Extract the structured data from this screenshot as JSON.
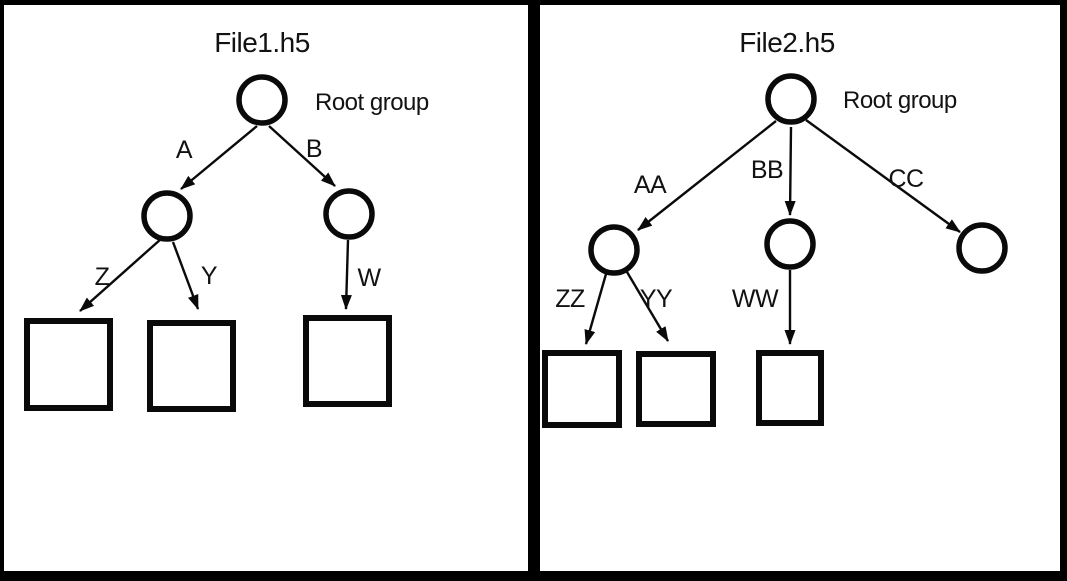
{
  "colors": {
    "background": "#ffffff",
    "frame": "#000000",
    "node_stroke": "#0a0a0a",
    "text": "#121212"
  },
  "panels": {
    "file1": {
      "title": "File1.h5",
      "tree": {
        "shape": "circle",
        "label": "Root group",
        "children": [
          {
            "edge": "A",
            "shape": "circle",
            "children": [
              {
                "edge": "Z",
                "shape": "square",
                "children": []
              },
              {
                "edge": "Y",
                "shape": "square",
                "children": []
              }
            ]
          },
          {
            "edge": "B",
            "shape": "circle",
            "children": [
              {
                "edge": "W",
                "shape": "square",
                "children": []
              }
            ]
          }
        ]
      }
    },
    "file2": {
      "title": "File2.h5",
      "tree": {
        "shape": "circle",
        "label": "Root group",
        "children": [
          {
            "edge": "AA",
            "shape": "circle",
            "children": [
              {
                "edge": "ZZ",
                "shape": "square",
                "children": []
              },
              {
                "edge": "YY",
                "shape": "square",
                "children": []
              }
            ]
          },
          {
            "edge": "BB",
            "shape": "circle",
            "children": [
              {
                "edge": "WW",
                "shape": "square",
                "children": []
              }
            ]
          },
          {
            "edge": "CC",
            "shape": "circle",
            "children": []
          }
        ]
      }
    }
  }
}
